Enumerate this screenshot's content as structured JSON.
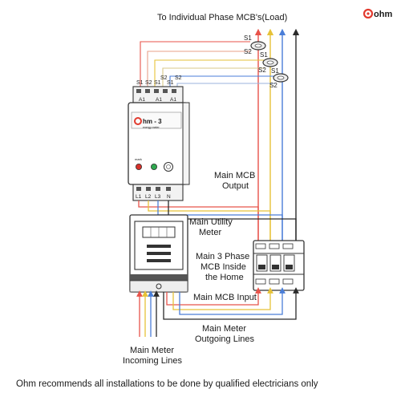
{
  "brand": {
    "logo_text": "ohm",
    "device_logo": "hm - 3",
    "device_sub": "energy meter",
    "led_label": "mark"
  },
  "labels": {
    "top": "To Individual Phase MCB's(Load)",
    "mcb_output": [
      "Main MCB",
      "Output"
    ],
    "utility_meter": [
      "Main Utility",
      "Meter"
    ],
    "mcb_inside": [
      "Main 3 Phase",
      "MCB Inside",
      "the Home"
    ],
    "mcb_input": "Main MCB Input",
    "outgoing": [
      "Main Meter",
      "Outgoing Lines"
    ],
    "incoming": [
      "Main Meter",
      "Incoming Lines"
    ],
    "footer": "Ohm recommends all installations to be done by qualified electricians only"
  },
  "ct": {
    "s1": "S1",
    "s2": "S2"
  },
  "device_terminals": {
    "top_pairs": [
      [
        "S1",
        "S2"
      ],
      [
        "S1",
        "S2"
      ],
      [
        "S1",
        "S2"
      ]
    ],
    "a_labels": [
      "A1",
      "A1",
      "A1"
    ],
    "bottom": [
      "L1",
      "L2",
      "L3",
      "N"
    ]
  },
  "colors": {
    "red": "#e8534a",
    "yellow": "#e6c238",
    "blue": "#4a7ed8",
    "black": "#2a2a2a",
    "ohm_red": "#e23b2f",
    "green": "#2fa84f"
  }
}
